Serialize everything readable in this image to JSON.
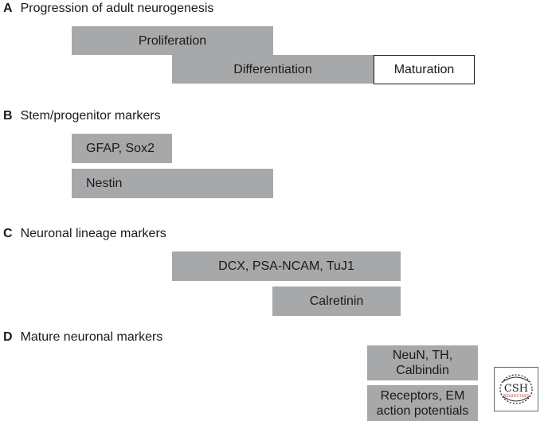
{
  "sections": {
    "a": {
      "letter": "A",
      "title": "Progression of adult neurogenesis"
    },
    "b": {
      "letter": "B",
      "title": "Stem/progenitor markers"
    },
    "c": {
      "letter": "C",
      "title": "Neuronal lineage markers"
    },
    "d": {
      "letter": "D",
      "title": "Mature neuronal markers"
    }
  },
  "bars": {
    "proliferation": "Proliferation",
    "differentiation": "Differentiation",
    "maturation": "Maturation",
    "gfap_sox2": "GFAP, Sox2",
    "nestin": "Nestin",
    "dcx": "DCX, PSA-NCAM, TuJ1",
    "calretinin": "Calretinin",
    "neun_line1": "NeuN, TH,",
    "neun_line2": "Calbindin",
    "receptors_line1": "Receptors, EM",
    "receptors_line2": "action potentials"
  },
  "logo": {
    "text": "CSH",
    "subtext": "PERSPECTIVES"
  },
  "colors": {
    "bar_fill": "#a7a8aa",
    "text": "#1a1a1a",
    "logo_accent": "#c0392b"
  }
}
